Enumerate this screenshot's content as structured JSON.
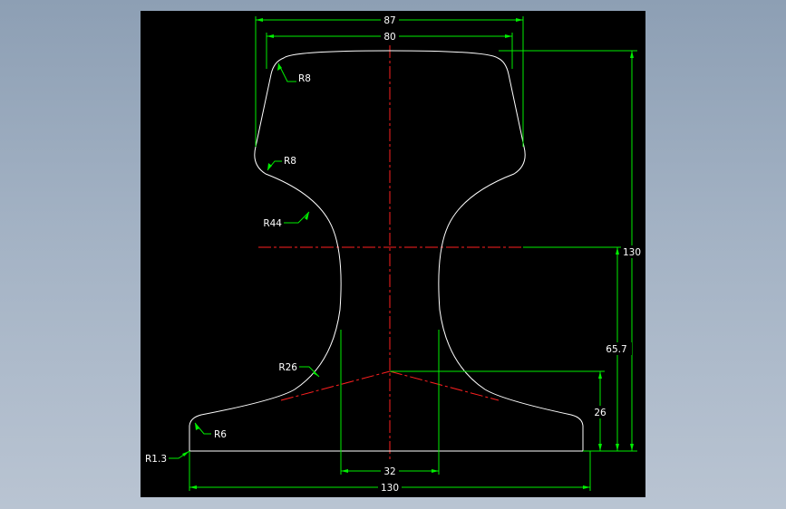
{
  "drawing": {
    "colors": {
      "background": "#000000",
      "profile": "#ffffff",
      "dimension": "#00ff00",
      "centerline": "#ff0000",
      "text": "#ffffff"
    },
    "dimensions": {
      "top_outer_width": "87",
      "top_inner_width": "80",
      "total_height": "130",
      "neutral_axis_height": "65.7",
      "base_thickness": "26",
      "web_width": "32",
      "base_width": "130"
    },
    "radii": {
      "head_top": "R8",
      "head_bottom": "R8",
      "web_upper": "R44",
      "web_lower": "R26",
      "base_edge": "R6",
      "base_corner": "R1.3"
    }
  }
}
